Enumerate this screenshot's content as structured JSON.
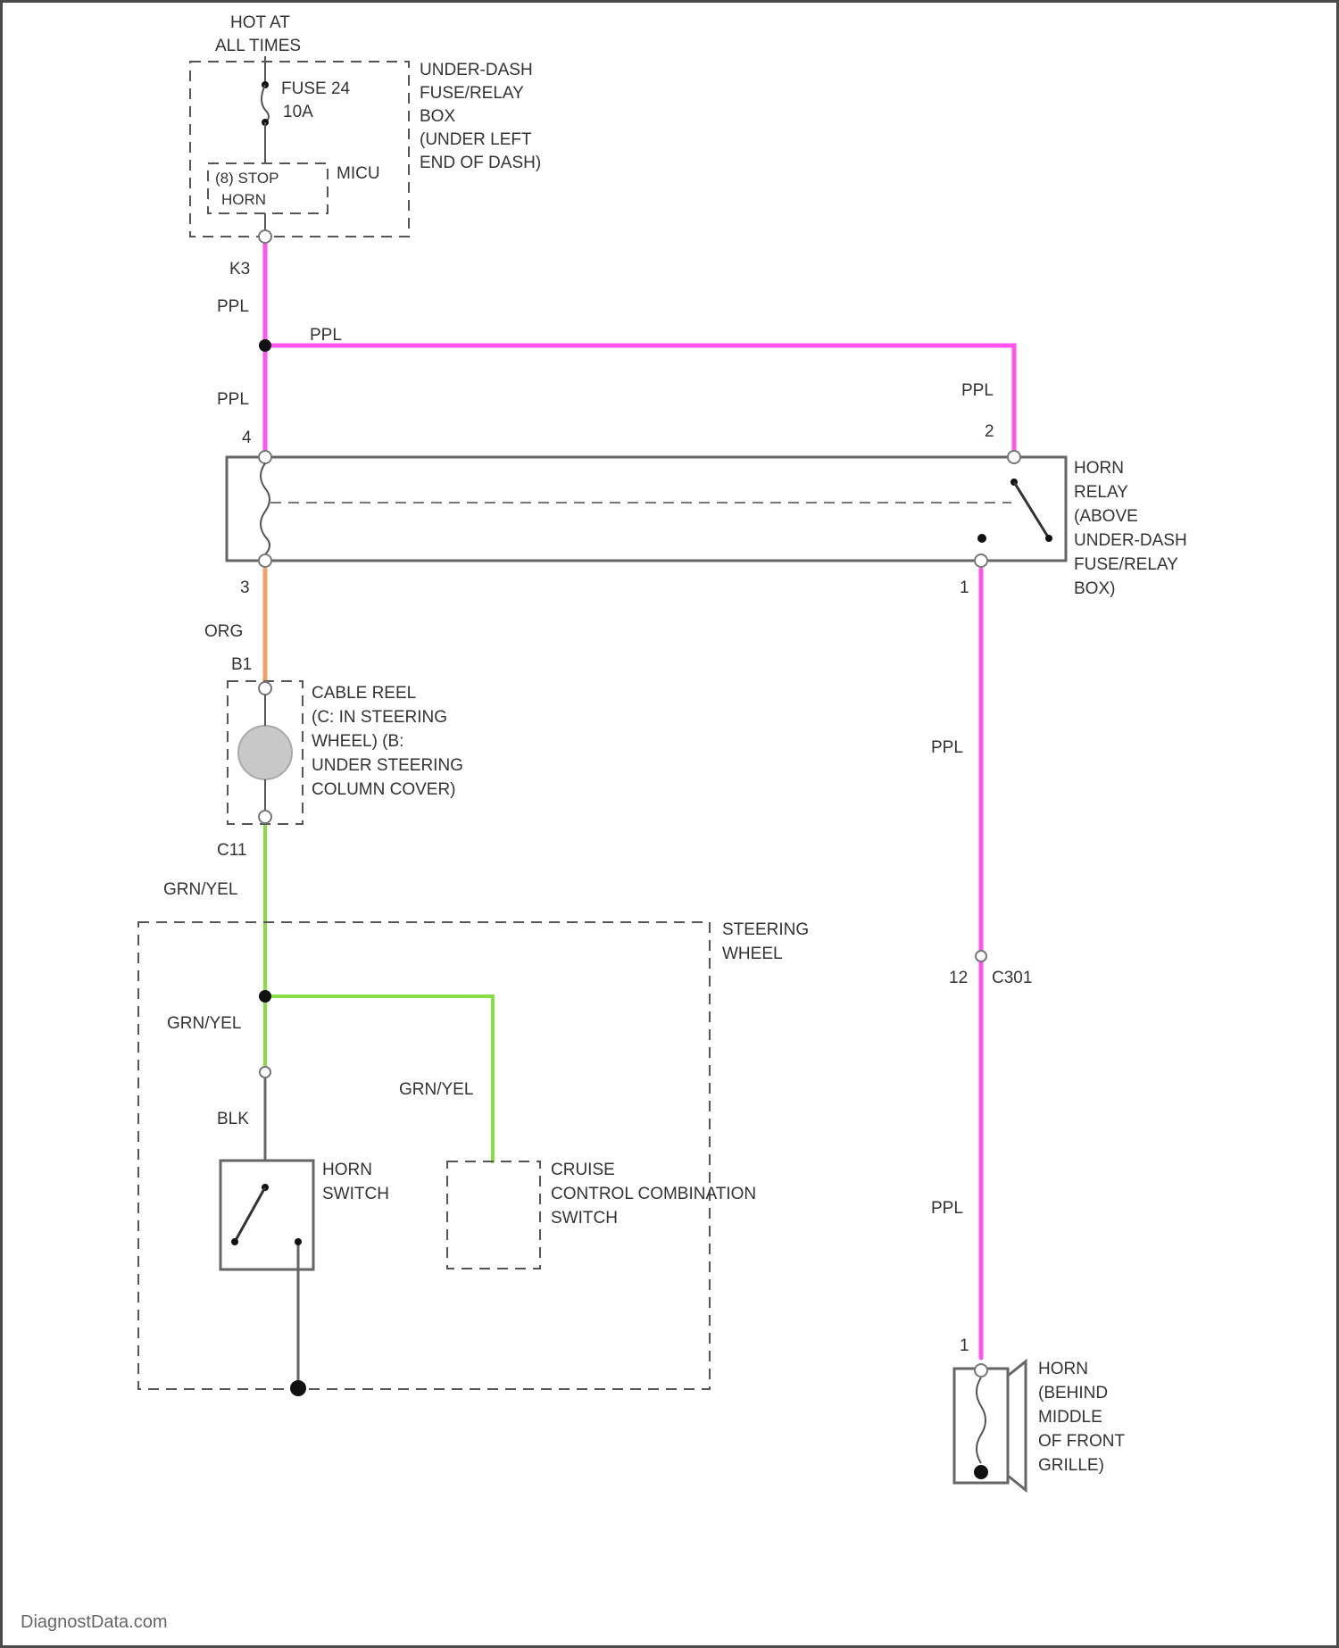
{
  "colors": {
    "ppl": "#ff55ee",
    "org": "#f0a060",
    "grn_yel": "#88dd44",
    "blk": "#666666",
    "outline": "#555555"
  },
  "power": {
    "line1": "HOT AT",
    "line2": "ALL TIMES"
  },
  "fuse_box": {
    "name_lines": [
      "UNDER-DASH",
      "FUSE/RELAY",
      "BOX",
      "(UNDER LEFT",
      "END OF DASH)"
    ],
    "fuse_name": "FUSE 24",
    "fuse_rating": "10A",
    "sub_label_lines": [
      "(8) STOP",
      "HORN"
    ],
    "micu": "MICU"
  },
  "connectors": {
    "k3": "K3",
    "relay_pin4": "4",
    "relay_pin2": "2",
    "relay_pin3": "3",
    "relay_pin1": "1",
    "reel_b1": "B1",
    "reel_c11": "C11",
    "c301_pin": "12",
    "c301": "C301",
    "horn_pin": "1"
  },
  "wires": {
    "ppl": "PPL",
    "org": "ORG",
    "grn_yel": "GRN/YEL",
    "blk": "BLK"
  },
  "horn_relay": {
    "lines": [
      "HORN",
      "RELAY",
      "(ABOVE",
      "UNDER-DASH",
      "FUSE/RELAY",
      "BOX)"
    ]
  },
  "cable_reel": {
    "lines": [
      "CABLE REEL",
      "(C: IN STEERING",
      "WHEEL) (B:",
      "UNDER STEERING",
      "COLUMN COVER)"
    ]
  },
  "steering_wheel": {
    "lines": [
      "STEERING",
      "WHEEL"
    ]
  },
  "horn_switch": {
    "lines": [
      "HORN",
      "SWITCH"
    ]
  },
  "cruise_switch": {
    "lines": [
      "CRUISE",
      "CONTROL COMBINATION",
      "SWITCH"
    ]
  },
  "horn": {
    "lines": [
      "HORN",
      "(BEHIND",
      "MIDDLE",
      "OF FRONT",
      "GRILLE)"
    ]
  },
  "watermark": "DiagnostData.com"
}
